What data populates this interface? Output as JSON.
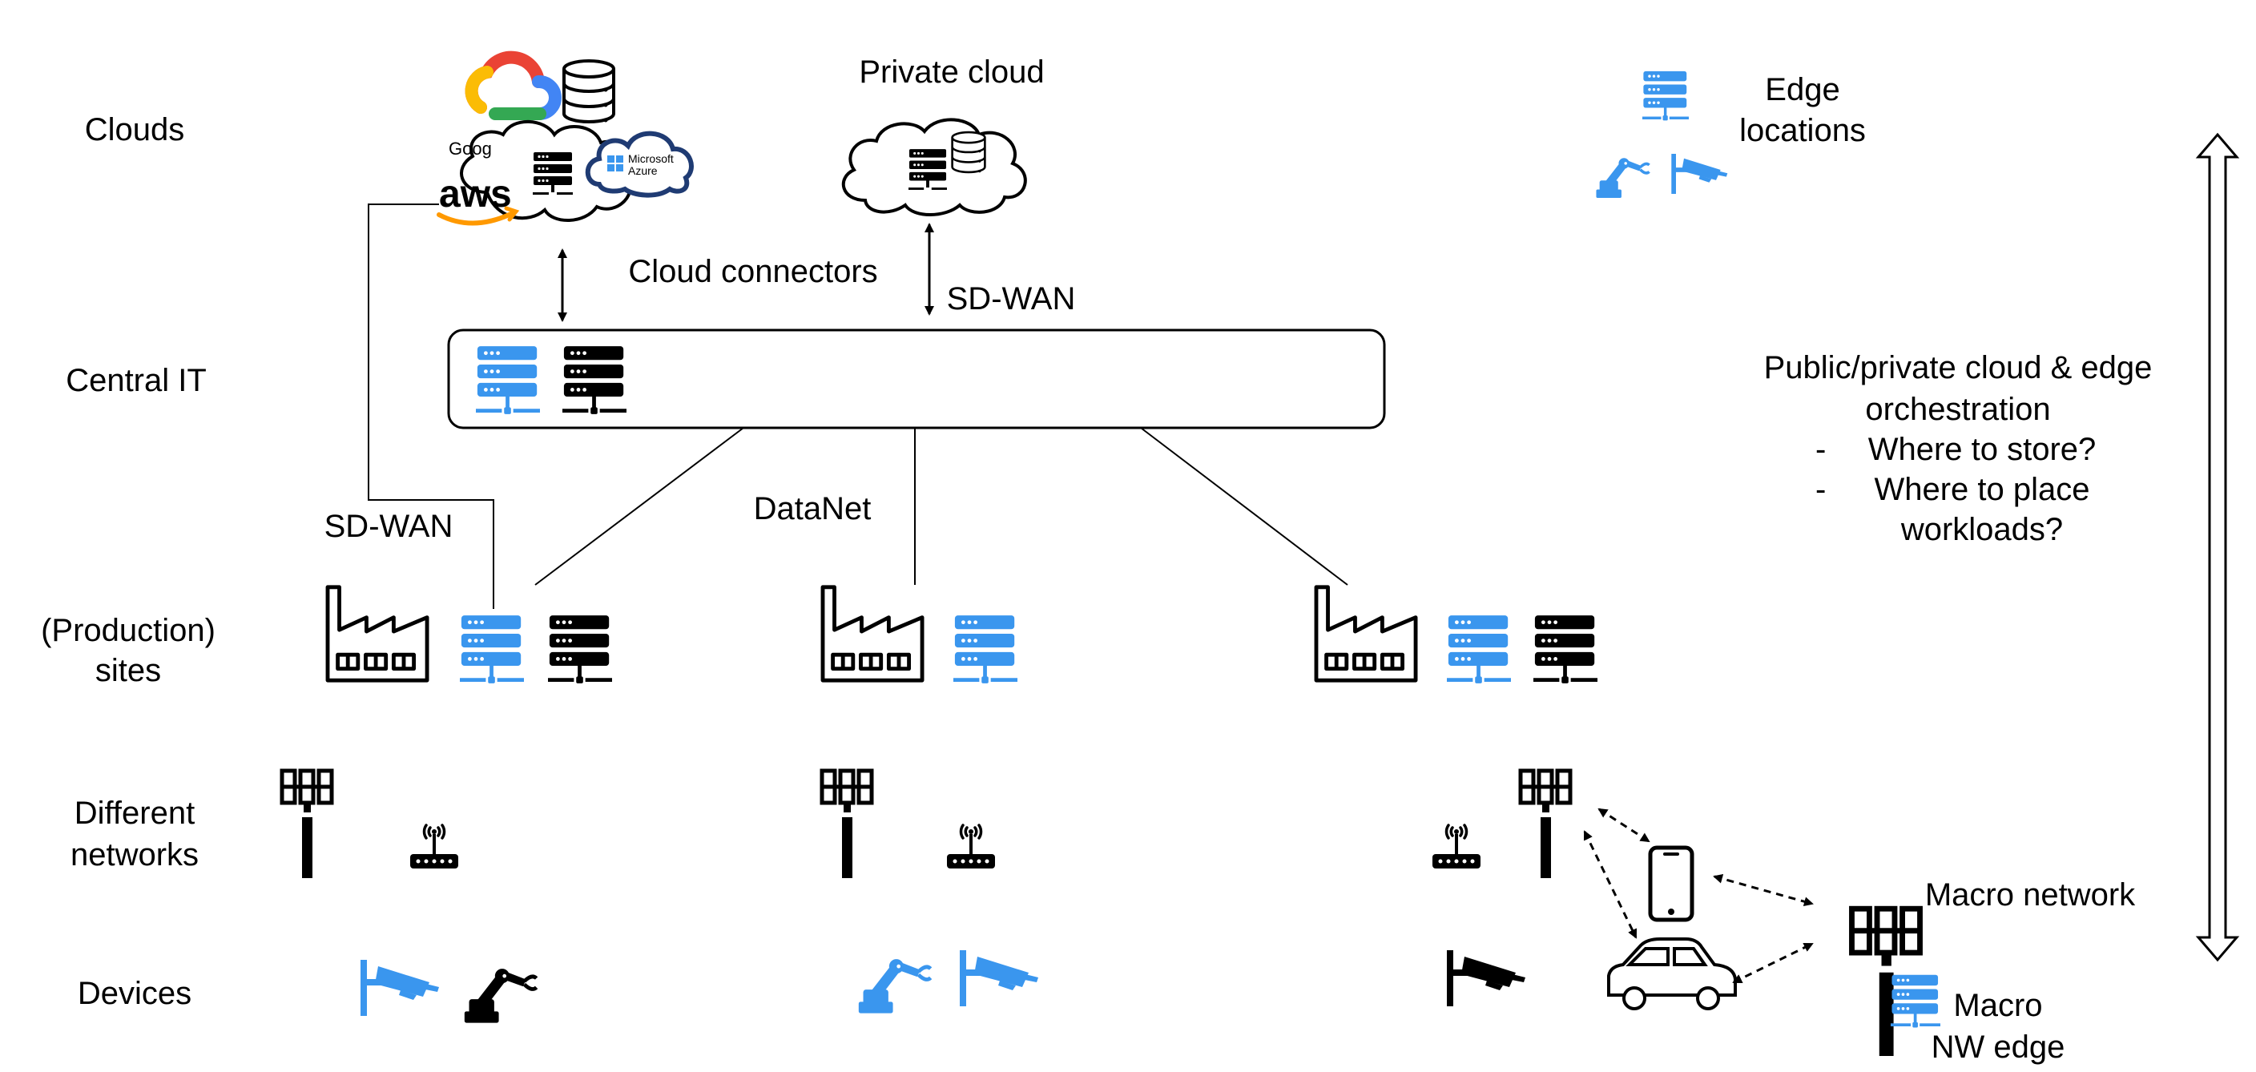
{
  "rows": {
    "clouds": "Clouds",
    "central_it": "Central IT",
    "sites_line1": "(Production)",
    "sites_line2": "sites",
    "networks_line1": "Different",
    "networks_line2": "networks",
    "devices": "Devices"
  },
  "clouds": {
    "private_cloud": "Private cloud",
    "aws_logo": "aws",
    "google_logo": "Goog",
    "azure_logo_line1": "Microsoft",
    "azure_logo_line2": "Azure"
  },
  "connections": {
    "cloud_connectors": "Cloud connectors",
    "sd_wan_top": "SD-WAN",
    "sd_wan_left": "SD-WAN",
    "datanet": "DataNet"
  },
  "edge": {
    "title_line1": "Edge",
    "title_line2": "locations"
  },
  "orchestration": {
    "line1": "Public/private cloud & edge",
    "line2": "orchestration",
    "bullet1": "Where to store?",
    "bullet2_line1": "Where to place",
    "bullet2_line2": "workloads?",
    "dash": "-"
  },
  "macro": {
    "network": "Macro network",
    "edge_line1": "Macro",
    "edge_line2": "NW edge"
  },
  "colors": {
    "blue": "#3A96EE",
    "black": "#000000",
    "google_blue": "#4285F4",
    "google_red": "#EA4335",
    "google_yellow": "#FBBC05",
    "google_green": "#34A853",
    "aws_orange": "#FF9900",
    "azure_navy": "#1F3B73"
  }
}
